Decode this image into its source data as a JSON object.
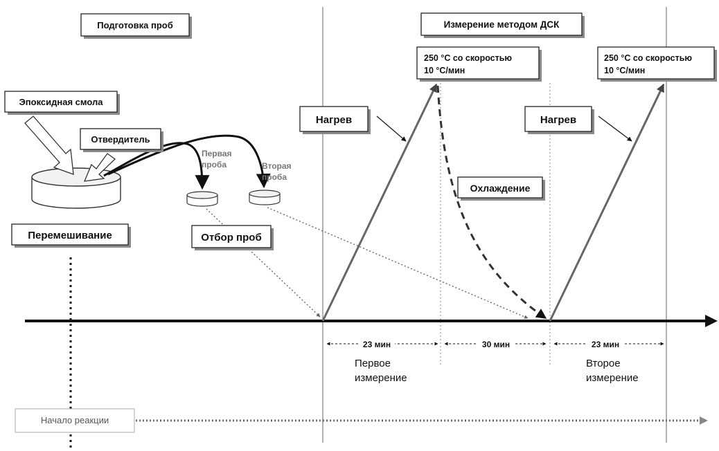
{
  "labels": {
    "sample_prep": "Подготовка проб",
    "dsc_measurement": "Измерение методом ДСК",
    "epoxy_resin": "Эпоксидная смола",
    "hardener": "Отвердитель",
    "first_sample_line1": "Первая",
    "first_sample_line2": "проба",
    "second_sample_line1": "Вторая",
    "second_sample_line2": "проба",
    "mixing": "Перемешивание",
    "sampling": "Отбор проб",
    "heating_1": "Нагрев",
    "heating_2": "Нагрев",
    "cooling": "Охлаждение",
    "rate_1_line1": "250 °C со скоростью",
    "rate_1_line2": "10 °C/мин",
    "rate_2_line1": "250 °C со скоростью",
    "rate_2_line2": "10 °C/мин",
    "interval_1": "23 мин",
    "interval_2": "30 мин",
    "interval_3": "23 мин",
    "first_measurement_line1": "Первое",
    "first_measurement_line2": "измерение",
    "second_measurement_line1": "Второе",
    "second_measurement_line2": "измерение",
    "reaction_start": "Начало реакции"
  }
}
